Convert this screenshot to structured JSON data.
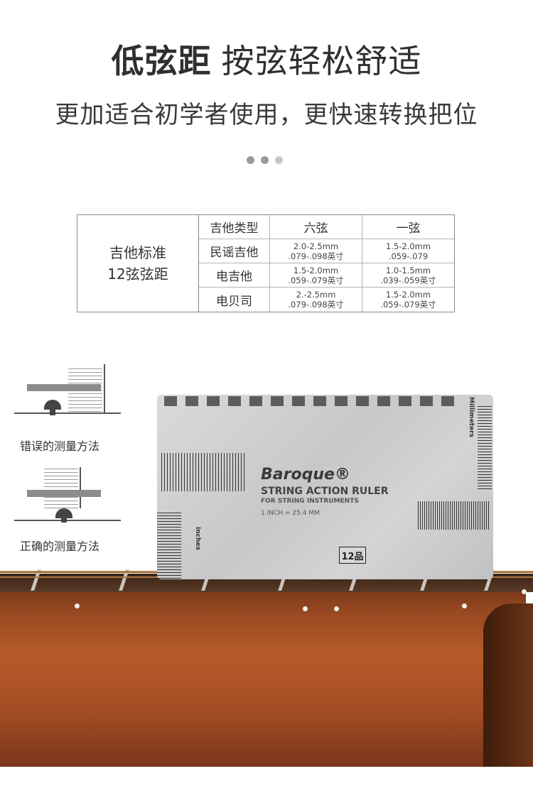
{
  "header": {
    "title_bold": "低弦距",
    "title_light": "按弦轻松舒适",
    "subtitle": "更加适合初学者使用，更快速转换把位"
  },
  "pagination": {
    "count": 3,
    "active": 0
  },
  "spec_table": {
    "left_label_line1": "吉他标准",
    "left_label_line2": "12弦弦距",
    "header": [
      "吉他类型",
      "六弦",
      "一弦"
    ],
    "rows": [
      {
        "type": "民谣吉他",
        "six_mm": "2.0-2.5mm",
        "six_in": ".079-.098英寸",
        "one_mm": "1.5-2.0mm",
        "one_in": ".059-.079"
      },
      {
        "type": "电吉他",
        "six_mm": "1.5-2.0mm",
        "six_in": ".059-.079英寸",
        "one_mm": "1.0-1.5mm",
        "one_in": ".039-.059英寸"
      },
      {
        "type": "电贝司",
        "six_mm": "2.-2.5mm",
        "six_in": ".079-.098英寸",
        "one_mm": "1.5-2.0mm",
        "one_in": ".059-.079英寸"
      }
    ]
  },
  "diagrams": {
    "wrong_caption": "错误的测量方法",
    "right_caption": "正确的测量方法"
  },
  "ruler": {
    "brand": "Baroque®",
    "title": "STRING ACTION RULER",
    "subtitle": "FOR STRING INSTRUMENTS",
    "conversion": "1 INCH = 25.4 MM",
    "fret_mark": "12品",
    "mm_label": "Millimeters",
    "inches_label": "Inches"
  }
}
